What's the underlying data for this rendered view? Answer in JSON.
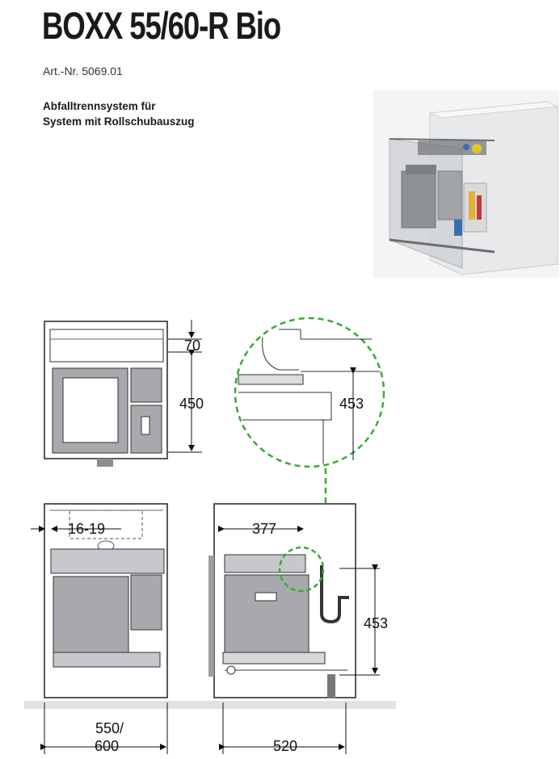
{
  "product": {
    "title": "BOXX 55/60-R Bio",
    "article_number": "Art.-Nr. 5069.01",
    "description_line1": "Abfalltrennsystem für",
    "description_line2": "System mit Rollschubauszug"
  },
  "dimensions": {
    "top_offset": "70",
    "top_height": "450",
    "detail_height": "453",
    "side_offset": "16-19",
    "width_line1": "550/",
    "width_line2": "600",
    "depth_offset": "377",
    "right_height": "453",
    "depth": "520"
  },
  "colors": {
    "accent_dashed": "#3aaa35",
    "bin_grey": "#a7a9ac",
    "line": "#1a1a1a"
  }
}
